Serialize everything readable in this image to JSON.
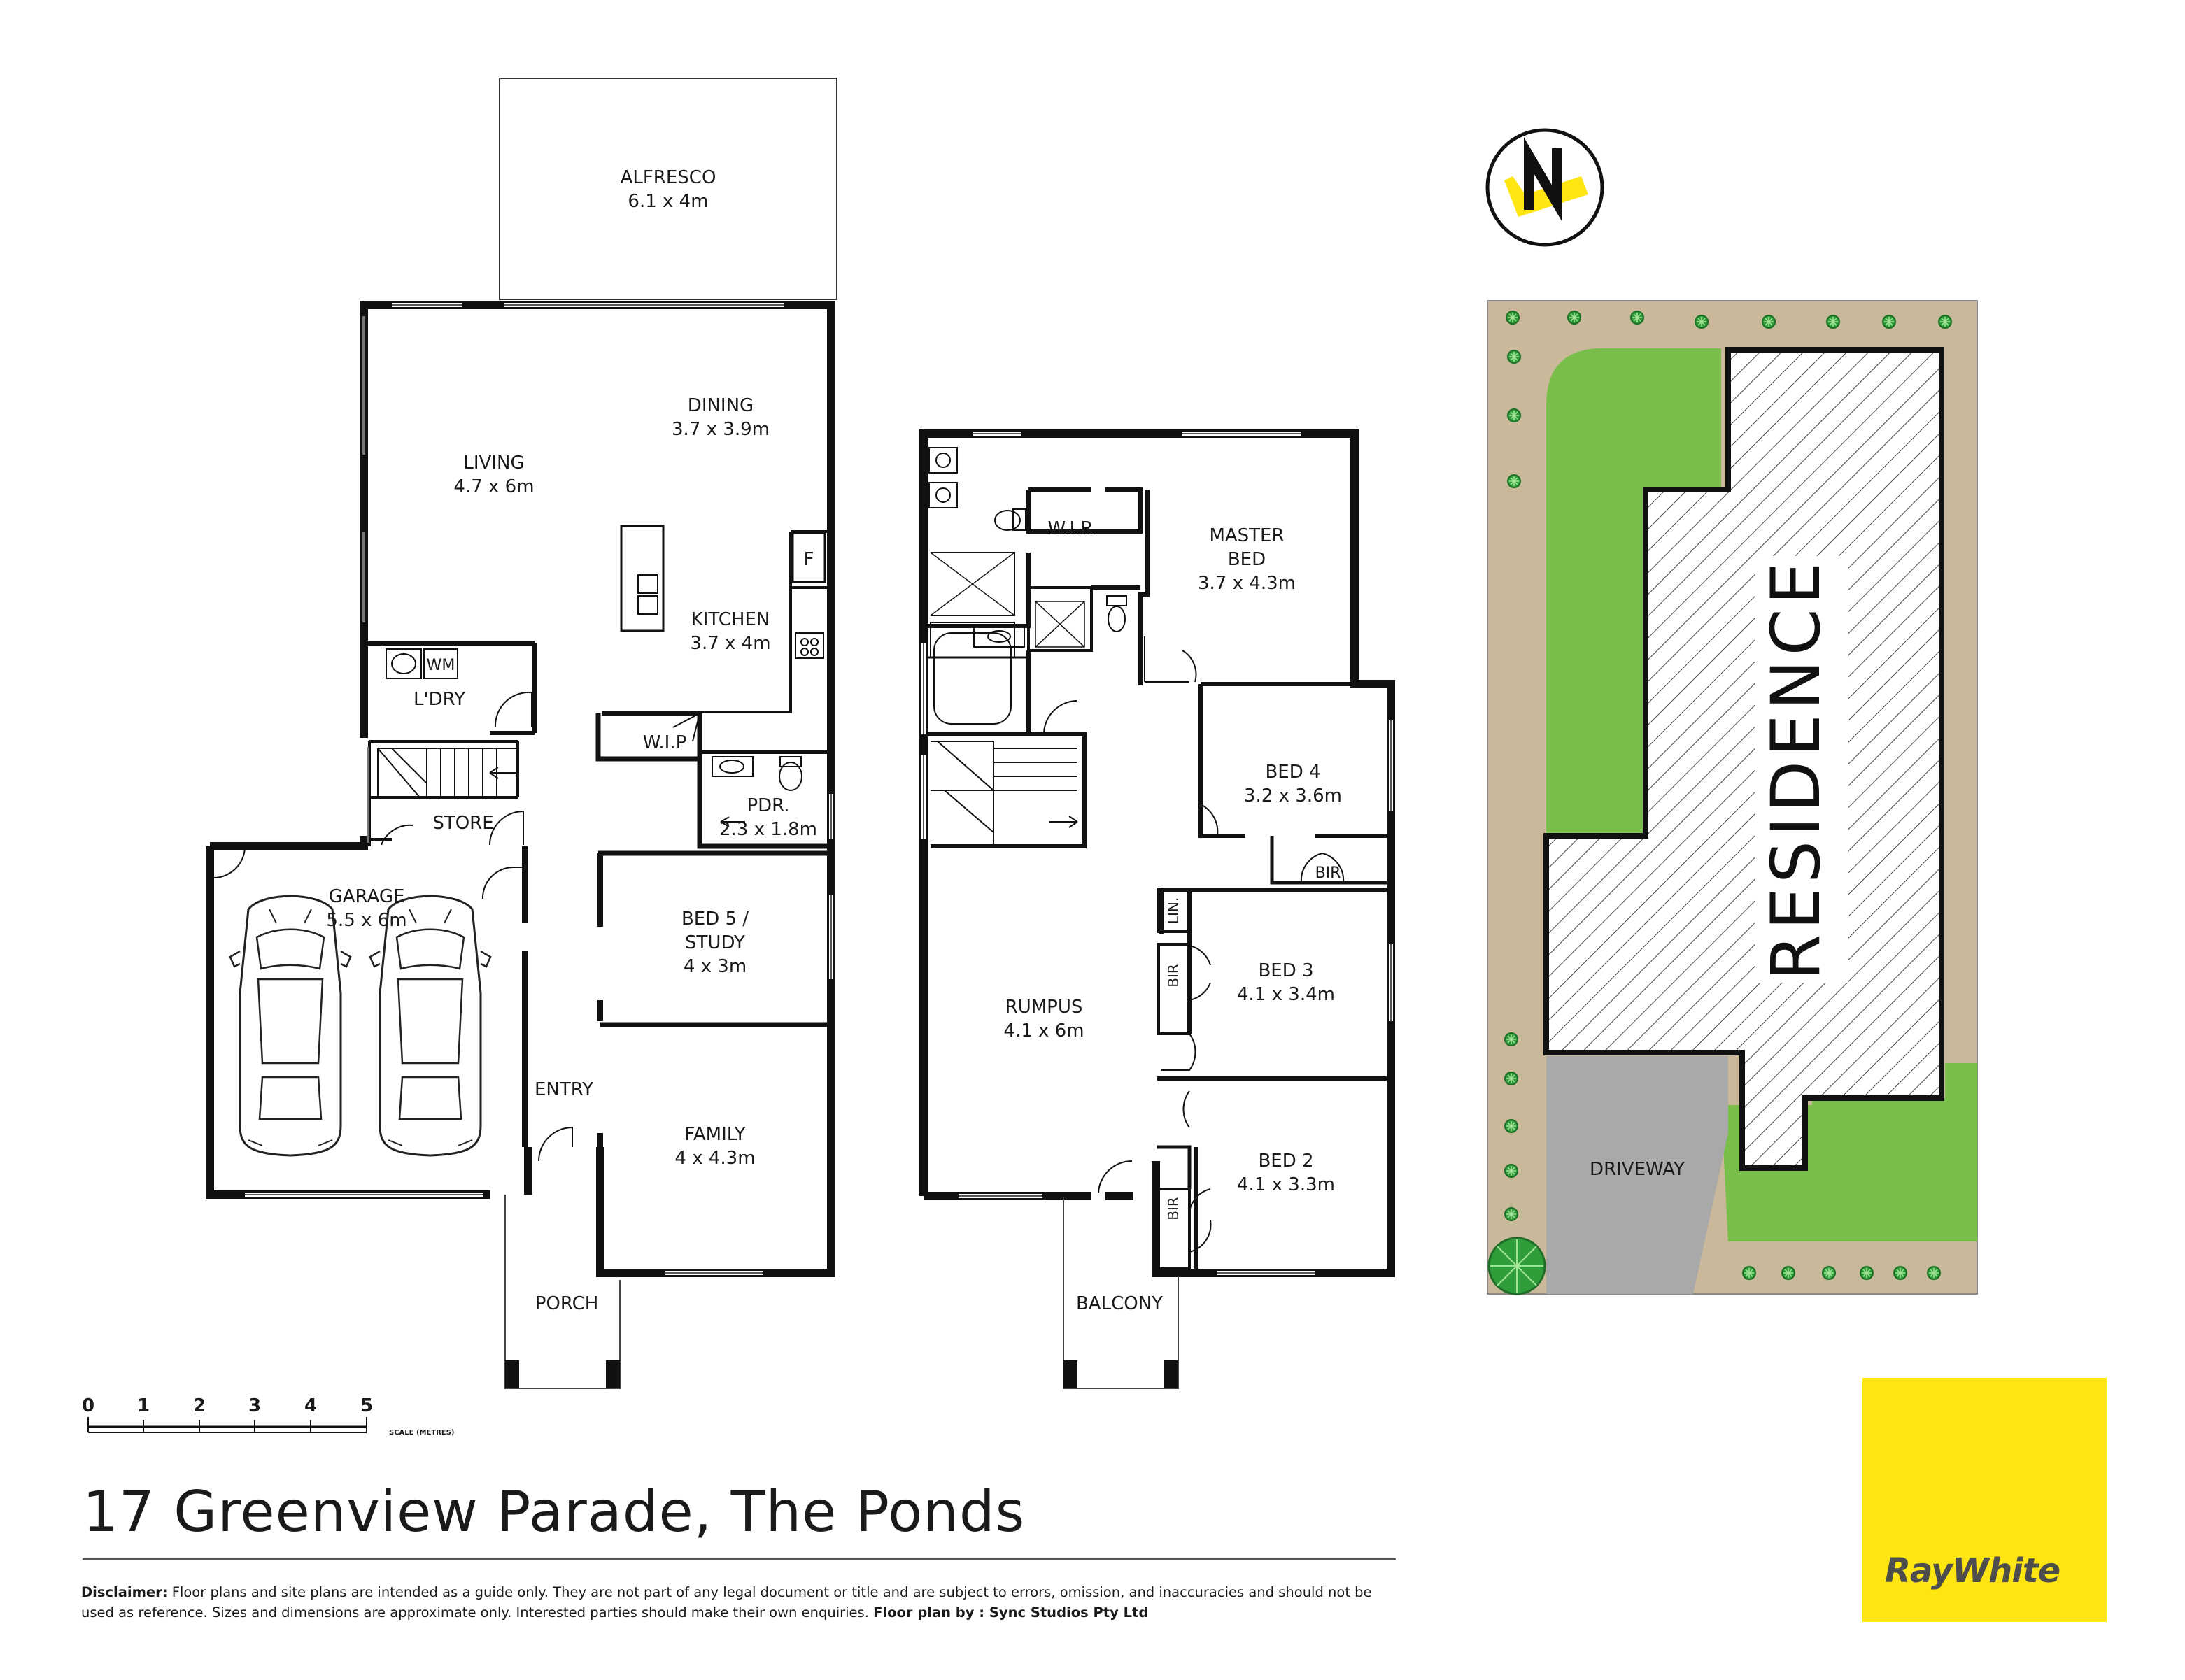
{
  "address": "17 Greenview Parade, The Ponds",
  "disclaimer": {
    "label": "Disclaimer:",
    "text": " Floor plans and site plans are intended as a guide only. They are not part of any legal document or title and are subject to errors, omission, and inaccuracies and should not be used as reference. Sizes and dimensions are approximate only. Interested parties should make their own enquiries. ",
    "credit": "Floor plan by : Sync Studios Pty Ltd"
  },
  "brand": "RayWhite",
  "compass": "N",
  "scale": {
    "ticks": [
      "0",
      "1",
      "2",
      "3",
      "4",
      "5"
    ],
    "unit": "SCALE (METRES)"
  },
  "ground_floor": {
    "alfresco": {
      "name": "ALFRESCO",
      "size": "6.1 x 4m"
    },
    "dining": {
      "name": "DINING",
      "size": "3.7 x 3.9m"
    },
    "living": {
      "name": "LIVING",
      "size": "4.7 x 6m"
    },
    "fridge": "F",
    "kitchen": {
      "name": "KITCHEN",
      "size": "3.7 x 4m"
    },
    "wm": "WM",
    "laundry": "L'DRY",
    "wip": "W.I.P",
    "store": "STORE",
    "powder": {
      "name": "PDR.",
      "size": "2.3 x 1.8m"
    },
    "garage": {
      "name": "GARAGE",
      "size": "5.5 x 6m"
    },
    "bed5": {
      "name1": "BED 5 /",
      "name2": "STUDY",
      "size": "4 x 3m"
    },
    "entry": "ENTRY",
    "family": {
      "name": "FAMILY",
      "size": "4 x 4.3m"
    },
    "porch": "PORCH"
  },
  "first_floor": {
    "wir": "W.I.R",
    "master": {
      "name1": "MASTER",
      "name2": "BED",
      "size": "3.7 x 4.3m"
    },
    "bed4": {
      "name": "BED 4",
      "size": "3.2 x 3.6m"
    },
    "bir4": "BIR",
    "lin": "LIN.",
    "bir3": "BIR",
    "bed3": {
      "name": "BED 3",
      "size": "4.1 x 3.4m"
    },
    "rumpus": {
      "name": "RUMPUS",
      "size": "4.1 x 6m"
    },
    "bed2": {
      "name": "BED 2",
      "size": "4.1 x 3.3m"
    },
    "bir2": "BIR",
    "balcony": "BALCONY"
  },
  "site": {
    "residence": "RESIDENCE",
    "driveway": "DRIVEWAY"
  },
  "colors": {
    "brand_yellow": "#ffe512",
    "lawn": "#79be4a",
    "path": "#c9b99a",
    "driveway": "#a9a9a9",
    "wall": "#111111"
  }
}
